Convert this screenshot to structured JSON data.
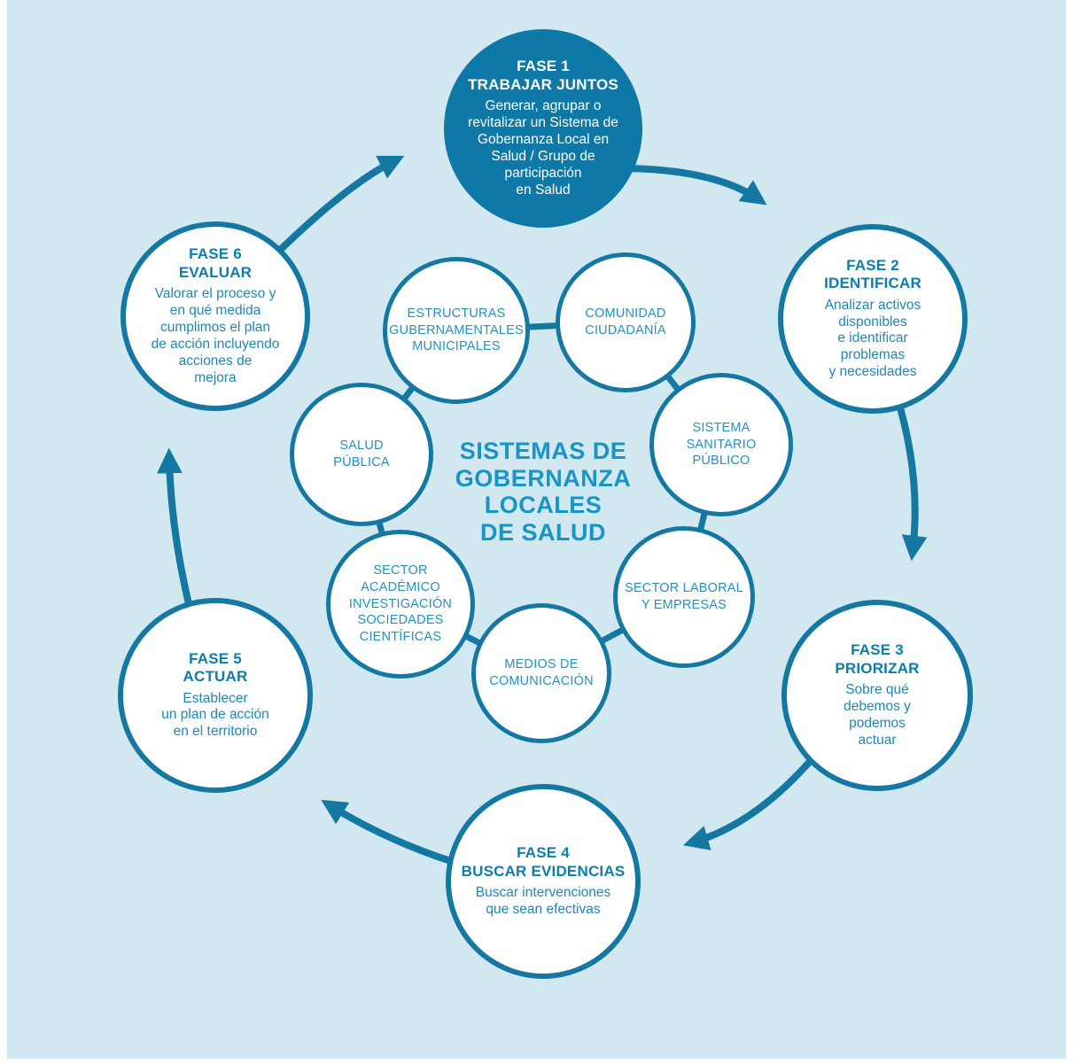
{
  "colors": {
    "background": "#d2e8f1",
    "stroke_teal": "#1478a3",
    "fase1_fill": "#0e79a6",
    "heading_text": "#0d7dab",
    "body_text": "#1f88b3",
    "actor_label_text": "#2492c0",
    "center_title_text": "#1795c5",
    "highlight_circle_text": "#ffffff"
  },
  "center": {
    "title": "SISTEMAS DE\nGOBERNANZA\nLOCALES\nDE SALUD"
  },
  "phases": [
    {
      "heading": "FASE 1\nTRABAJAR JUNTOS",
      "body": "Generar, agrupar o\nrevitalizar un Sistema de\nGobernanza Local en\nSalud / Grupo de\nparticipación\nen Salud",
      "highlighted": true
    },
    {
      "heading": "FASE 2\nIDENTIFICAR",
      "body": "Analizar activos\ndisponibles\ne identificar\nproblemas\ny necesidades",
      "highlighted": false
    },
    {
      "heading": "FASE 3\nPRIORIZAR",
      "body": "Sobre qué\ndebemos y\npodemos\nactuar",
      "highlighted": false
    },
    {
      "heading": "FASE 4\nBUSCAR EVIDENCIAS",
      "body": "Buscar intervenciones\nque sean efectivas",
      "highlighted": false
    },
    {
      "heading": "FASE 5\nACTUAR",
      "body": "Establecer\nun plan de acción\nen el territorio",
      "highlighted": false
    },
    {
      "heading": "FASE 6\nEVALUAR",
      "body": "Valorar el proceso y\nen qué medida\ncumplimos el plan\nde acción incluyendo\nacciones de\nmejora",
      "highlighted": false
    }
  ],
  "actors": [
    {
      "label": "ESTRUCTURAS\nGUBERNAMENTALES\nMUNICIPALES"
    },
    {
      "label": "COMUNIDAD\nCIUDADANÍA"
    },
    {
      "label": "SISTEMA\nSANITARIO\nPÚBLICO"
    },
    {
      "label": "SALUD\nPÚBLICA"
    },
    {
      "label": "SECTOR ACADÉMICO\nINVESTIGACIÓN\nSOCIEDADES\nCIENTÍFICAS"
    },
    {
      "label": "SECTOR LABORAL\nY EMPRESAS"
    },
    {
      "label": "MEDIOS DE\nCOMUNICACIÓN"
    }
  ]
}
